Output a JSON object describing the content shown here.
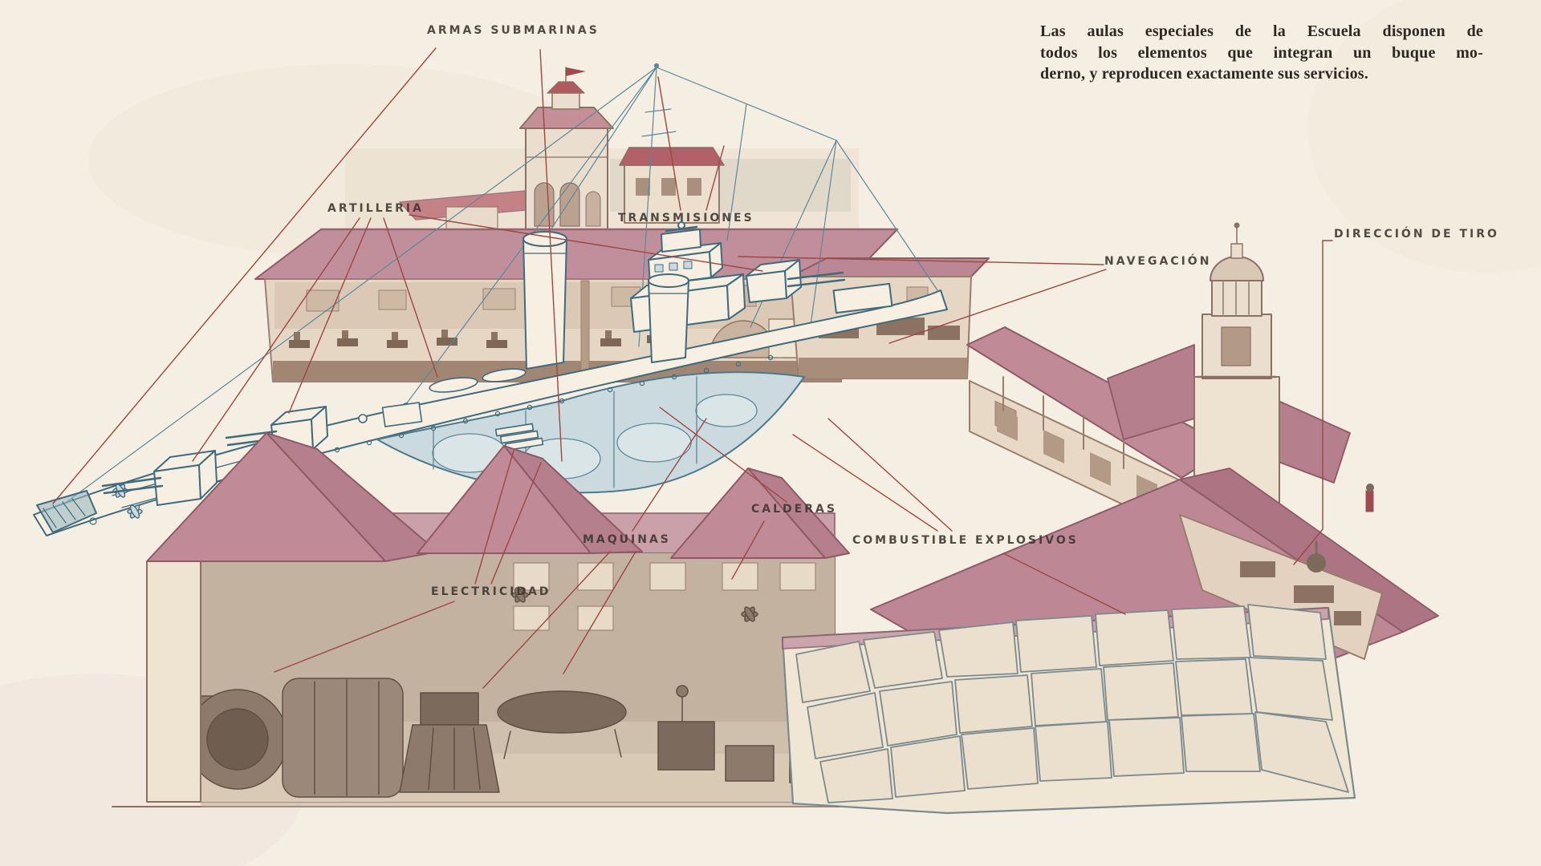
{
  "figure": {
    "description_caption": {
      "lines": [
        "Las aulas especiales de la Escuela disponen de",
        "todos los elementos que integran un buque mo-",
        "derno, y reproducen exactamente sus servicios."
      ]
    },
    "callout_labels": {
      "armas_submarinas": "ARMAS SUBMARINAS",
      "artilleria": "ARTILLERIA",
      "transmisiones": "TRANSMISIONES",
      "navegacion": "NAVEGACIÓN",
      "direccion_de_tiro": "DIRECCIÓN DE TIRO",
      "calderas": "CALDERAS",
      "maquinas": "MAQUINAS",
      "combustible_explosivos": "COMBUSTIBLE EXPLOSIVOS",
      "electricidad": "ELECTRICIDAD"
    },
    "colors": {
      "paper": "#f5eee2",
      "roof_pink": "#c4939f",
      "roof_shadow": "#b27d8c",
      "roof_line": "#8f5f6c",
      "sepia_line": "#8a7164",
      "interior_wall": "#e7d8c6",
      "machinery_dark": "#6f5d50",
      "ship_line": "#3f6b7d",
      "hull_cutaway_fill": "#cbdade",
      "rigging": "#5d8898",
      "leader_red": "#9c4740",
      "stone_line": "#7b8a8e",
      "label_text": "#3b352f"
    }
  }
}
